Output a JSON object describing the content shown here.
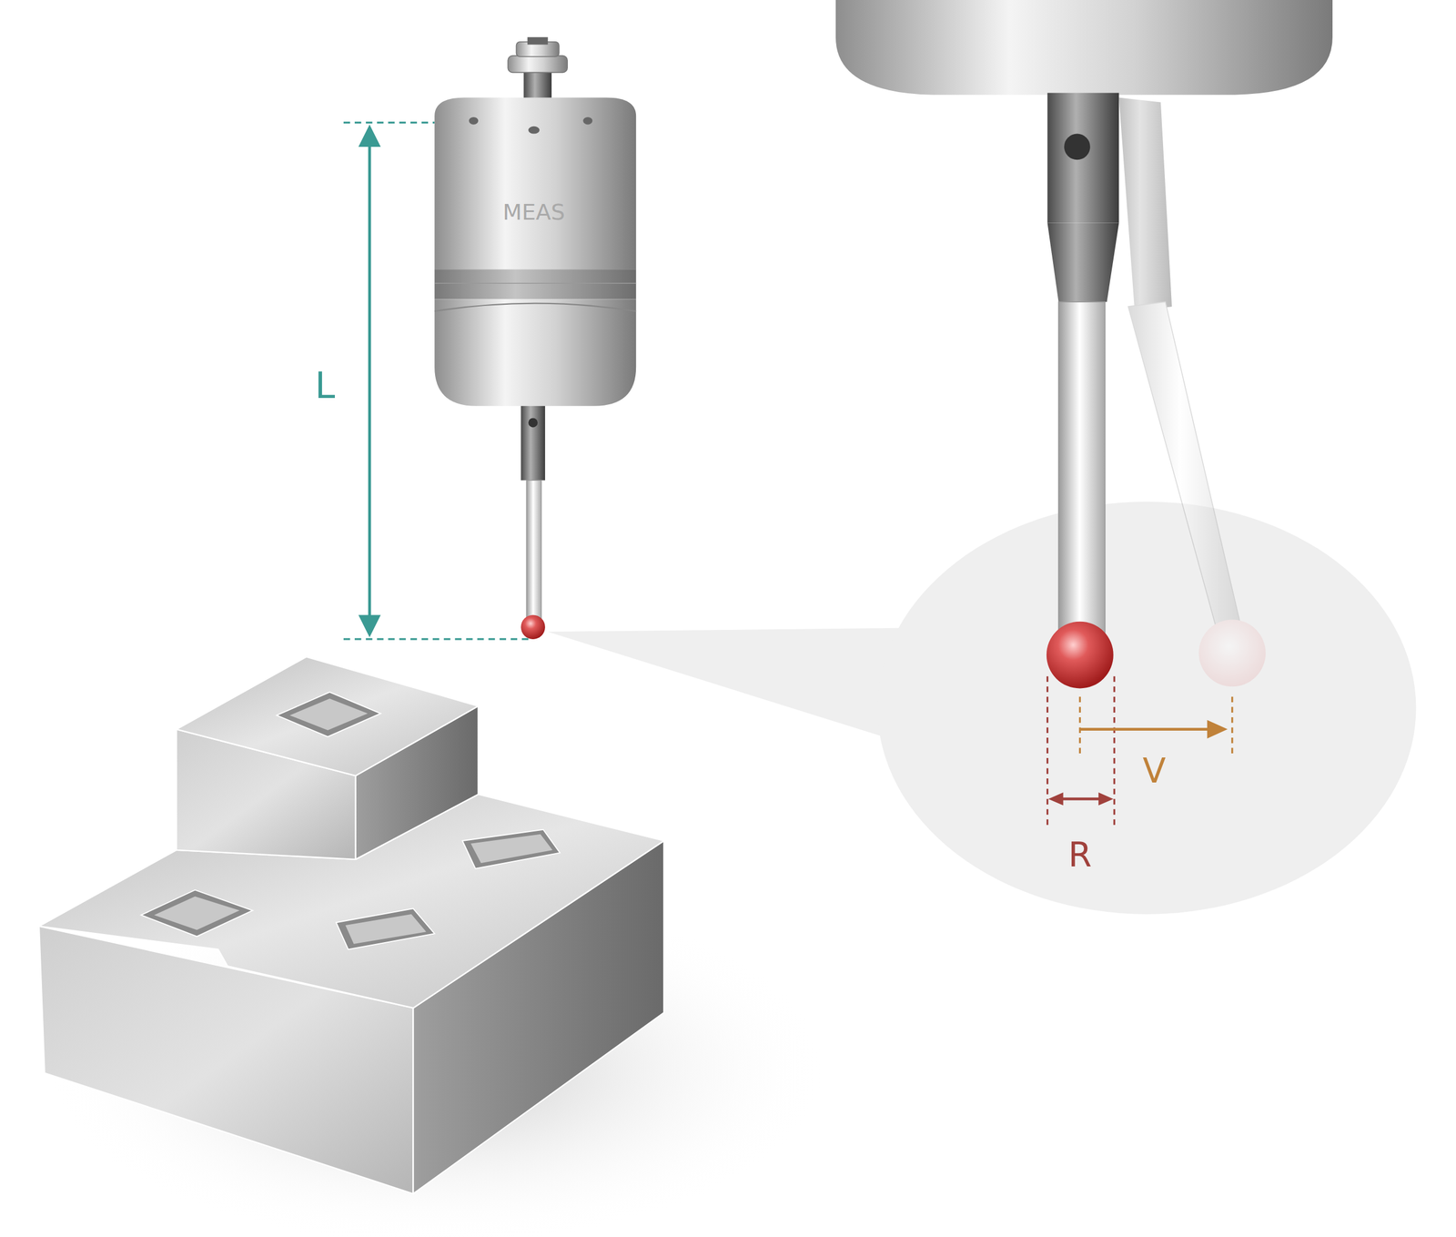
{
  "diagram": {
    "labels": [
      "MEAS",
      "L",
      "V",
      "R"
    ]
  }
}
